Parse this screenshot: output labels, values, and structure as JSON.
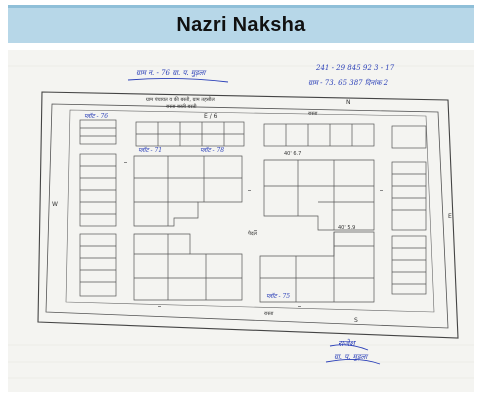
{
  "title": "Nazri Naksha",
  "map": {
    "header_note_top": "ग्राम न. - 76  ग्रा. प. मुड़ला",
    "header_note_right_1": "241 - 29 845 92  3 - 17",
    "header_note_right_2": "ग्राम - 73. 65 387  दिनांक 2",
    "printed_heading_1": "ग्राम पंचायत व की बस्ती, ग्राम तहसील",
    "printed_heading_2": "रास्ता बस्ती बस्ती",
    "road_north": "रास्ता",
    "road_south": "रास्ता",
    "compass_north": "N",
    "compass_south": "S",
    "compass_west": "W",
    "compass_east": "E",
    "block_label": "E / 6",
    "plot_label_a": "40' 6.7",
    "plot_label_b": "40' 5.9",
    "centre_mark": "पैदल",
    "hand_plot_1": "प्लॉट - 76",
    "hand_plot_2": "प्लॉट - 71",
    "hand_plot_3": "प्लॉट - 78",
    "hand_plot_4": "प्लॉट - 75",
    "signature_line_1": "राजेश",
    "signature_line_2": "ग्रा. प. मुड़ला"
  }
}
